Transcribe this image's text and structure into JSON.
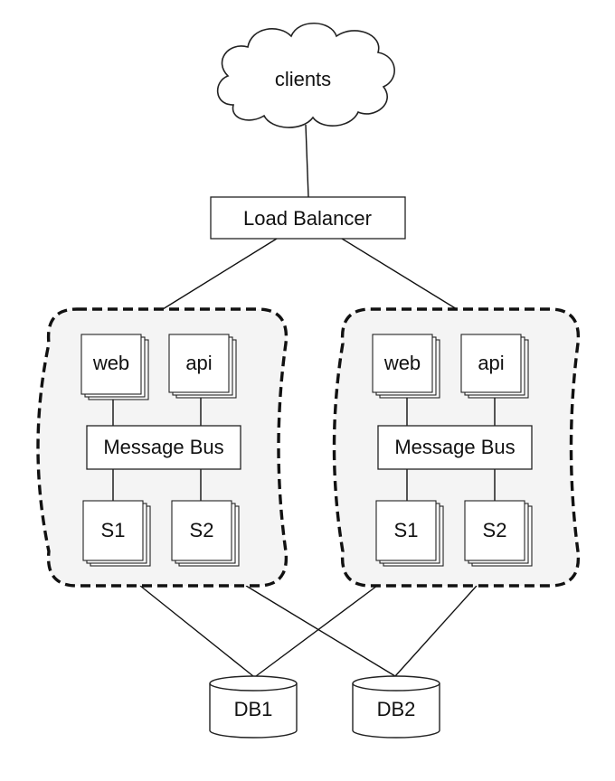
{
  "clients": {
    "label": "clients"
  },
  "load_balancer": {
    "label": "Load Balancer"
  },
  "clusters": [
    {
      "web": "web",
      "api": "api",
      "bus": "Message Bus",
      "s1": "S1",
      "s2": "S2"
    },
    {
      "web": "web",
      "api": "api",
      "bus": "Message Bus",
      "s1": "S1",
      "s2": "S2"
    }
  ],
  "databases": [
    {
      "label": "DB1"
    },
    {
      "label": "DB2"
    }
  ],
  "colors": {
    "stroke": "#111111",
    "cluster_fill": "#f4f4f4",
    "box_fill": "#ffffff"
  }
}
